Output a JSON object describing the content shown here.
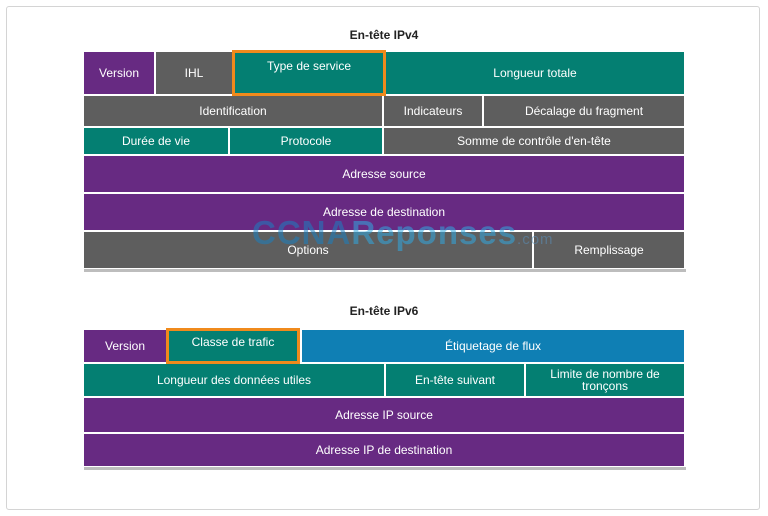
{
  "ipv4": {
    "title": "En-tête IPv4",
    "version": "Version",
    "ihl": "IHL",
    "tos": "Type de service",
    "total_length": "Longueur totale",
    "identification": "Identification",
    "flags": "Indicateurs",
    "fragment_offset": "Décalage du fragment",
    "ttl": "Durée de vie",
    "protocol": "Protocole",
    "checksum": "Somme de contrôle d'en-tête",
    "src": "Adresse source",
    "dst": "Adresse de destination",
    "options": "Options",
    "padding": "Remplissage"
  },
  "ipv6": {
    "title": "En-tête IPv6",
    "version": "Version",
    "traffic_class": "Classe de trafic",
    "flow_label": "Étiquetage de flux",
    "payload_length": "Longueur des données utiles",
    "next_header": "En-tête suivant",
    "hop_limit": "Limite de nombre de tronçons",
    "src": "Adresse IP source",
    "dst": "Adresse IP de destination"
  },
  "watermark": {
    "part1": "CCNA",
    "part2": "Reponses",
    "part3": ".com"
  },
  "colors": {
    "purple": "#672a82",
    "gray": "#5e5e5e",
    "teal": "#047f72",
    "blue": "#0f7fb4",
    "highlight": "#f08a1c"
  }
}
